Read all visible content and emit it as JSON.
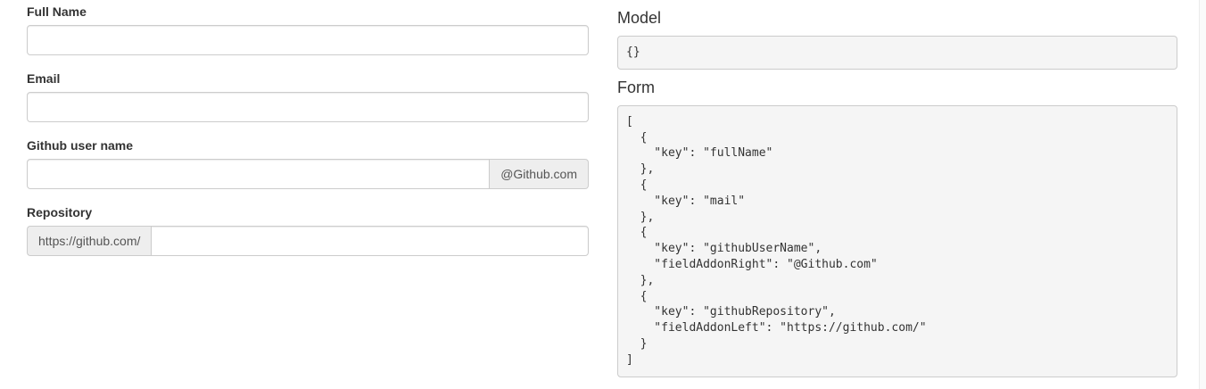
{
  "colors": {
    "label_text": "#333333",
    "input_border": "#cccccc",
    "addon_background": "#eeeeee",
    "addon_text": "#555555",
    "code_background": "#f5f5f5",
    "code_border": "#cccccc",
    "code_text": "#333333",
    "heading_text": "#333333"
  },
  "form": {
    "fields": [
      {
        "label": "Full Name",
        "value": "",
        "placeholder": ""
      },
      {
        "label": "Email",
        "value": "",
        "placeholder": ""
      },
      {
        "label": "Github user name",
        "value": "",
        "placeholder": "",
        "addon_right": "@Github.com"
      },
      {
        "label": "Repository",
        "value": "",
        "placeholder": "",
        "addon_left": "https://github.com/"
      }
    ]
  },
  "inspector": {
    "model": {
      "title": "Model",
      "code": "{}"
    },
    "form": {
      "title": "Form",
      "code": "[\n  {\n    \"key\": \"fullName\"\n  },\n  {\n    \"key\": \"mail\"\n  },\n  {\n    \"key\": \"githubUserName\",\n    \"fieldAddonRight\": \"@Github.com\"\n  },\n  {\n    \"key\": \"githubRepository\",\n    \"fieldAddonLeft\": \"https://github.com/\"\n  }\n]"
    }
  }
}
